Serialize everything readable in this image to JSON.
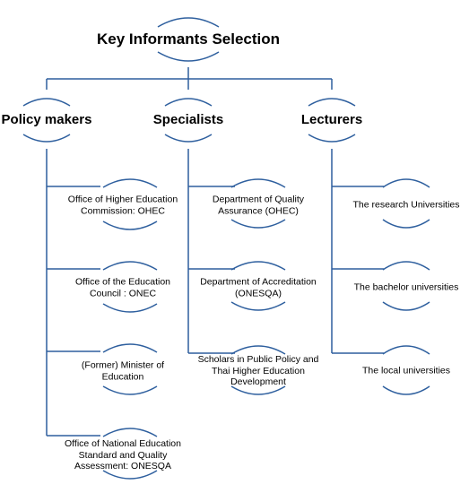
{
  "title": "Key Informants Selection",
  "line_color": "#2e5f9e",
  "categories": [
    {
      "name": "Policy makers",
      "items": [
        "Office of Higher Education Commission: OHEC",
        "Office of the Education Council : ONEC",
        "(Former) Minister of Education",
        "Office of National Education Standard and Quality Assessment: ONESQA"
      ]
    },
    {
      "name": "Specialists",
      "items": [
        "Department of Quality Assurance (OHEC)",
        "Department of Accreditation (ONESQA)",
        "Scholars in Public Policy and Thai Higher Education Development"
      ]
    },
    {
      "name": "Lecturers",
      "items": [
        "The research Universities",
        "The bachelor universities",
        "The local universities"
      ]
    }
  ]
}
